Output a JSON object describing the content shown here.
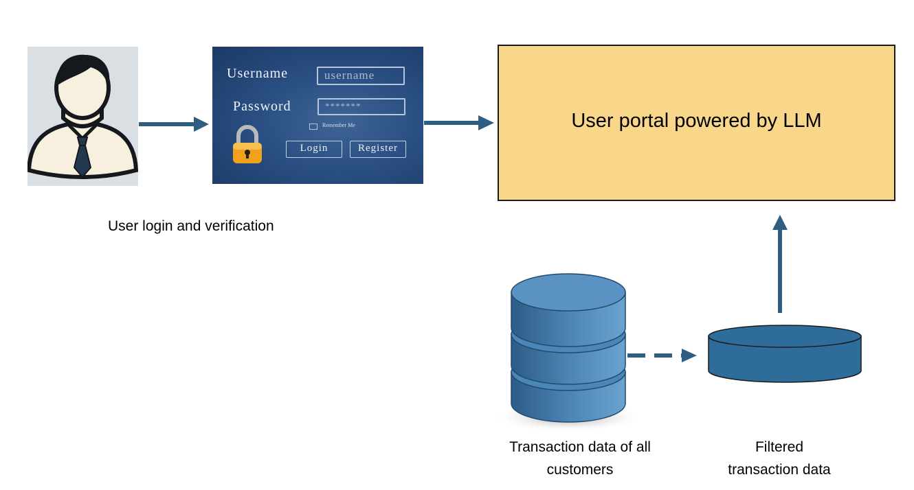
{
  "login_form": {
    "username_label": "Username",
    "username_placeholder": "username",
    "password_label": "Password",
    "password_mask": "*******",
    "remember_label": "Remember Me",
    "login_button": "Login",
    "register_button": "Register"
  },
  "portal": {
    "title": "User portal powered by LLM"
  },
  "captions": {
    "login": "User login and verification",
    "all_data_line1": "Transaction data of all",
    "all_data_line2": "customers",
    "filtered_line1": "Filtered",
    "filtered_line2": "transaction data"
  },
  "icons": [
    "user-avatar-icon",
    "padlock-icon",
    "database-icon",
    "filtered-database-icon"
  ],
  "colors": {
    "arrow": "#2e5f82",
    "portal_fill": "#f8d68a",
    "login_panel": "#2a4f82",
    "database": "#3f78a8",
    "padlock": "#f0a21e"
  }
}
